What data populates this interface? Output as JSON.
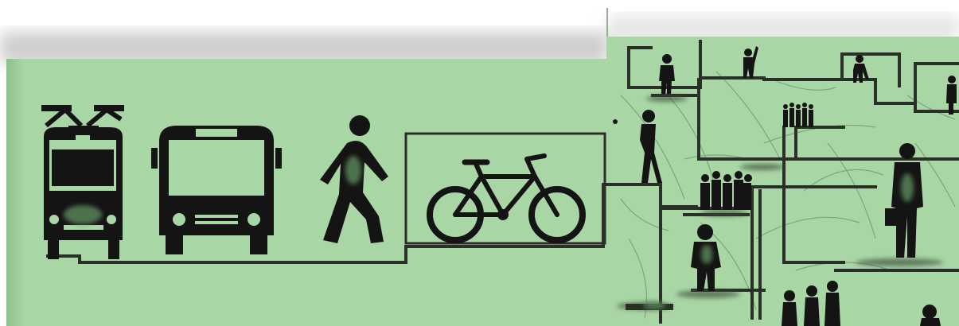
{
  "image": {
    "kind": "illustration",
    "palette": {
      "background": "#ffffff",
      "panel": "#a9d6a5",
      "panel_light": "#b5dcb1",
      "ink": "#141414",
      "line": "#2a2f28",
      "blur": "#5c8a5c"
    },
    "icons": [
      "tram-icon",
      "bus-icon",
      "pedestrian-icon",
      "bicycle-icon"
    ],
    "people_silhouettes": [
      "person",
      "person",
      "person",
      "person",
      "group",
      "person",
      "group",
      "person",
      "person",
      "group"
    ]
  }
}
